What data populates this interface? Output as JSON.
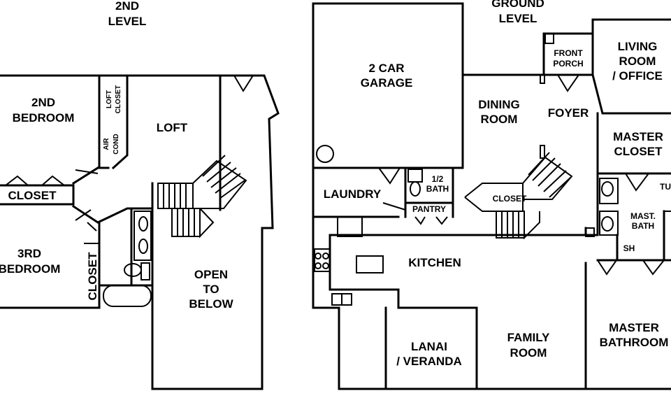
{
  "levels": {
    "second": [
      "2ND",
      "LEVEL"
    ],
    "ground": [
      "GROUND",
      "LEVEL"
    ]
  },
  "rooms": {
    "second_bedroom": [
      "2ND",
      "BEDROOM"
    ],
    "loft_closet": [
      "LOFT",
      "CLOSET"
    ],
    "air_cond": [
      "AIR",
      "COND"
    ],
    "loft": "LOFT",
    "closet_upper": "CLOSET",
    "third_bedroom": [
      "3RD",
      "BEDROOM"
    ],
    "closet_vertical": "CLOSET",
    "open_to_below": [
      "OPEN",
      "TO",
      "BELOW"
    ],
    "garage": [
      "2 CAR",
      "GARAGE"
    ],
    "front_porch": [
      "FRONT",
      "PORCH"
    ],
    "living_office": [
      "LIVING",
      "ROOM",
      "/ OFFICE"
    ],
    "dining": [
      "DINING",
      "ROOM"
    ],
    "foyer": "FOYER",
    "master_closet": [
      "MASTER",
      "CLOSET"
    ],
    "laundry": "LAUNDRY",
    "half_bath": [
      "1/2",
      "BATH"
    ],
    "pantry": "PANTRY",
    "closet_ground": "CLOSET",
    "tub": "TU",
    "mast_bath": [
      "MAST.",
      "BATH"
    ],
    "shower": "SH",
    "kitchen": "KITCHEN",
    "lanai": [
      "LANAI",
      "/ VERANDA"
    ],
    "family": [
      "FAMILY",
      "ROOM"
    ],
    "master_bathroom": [
      "MASTER",
      "BATHROOM"
    ]
  }
}
